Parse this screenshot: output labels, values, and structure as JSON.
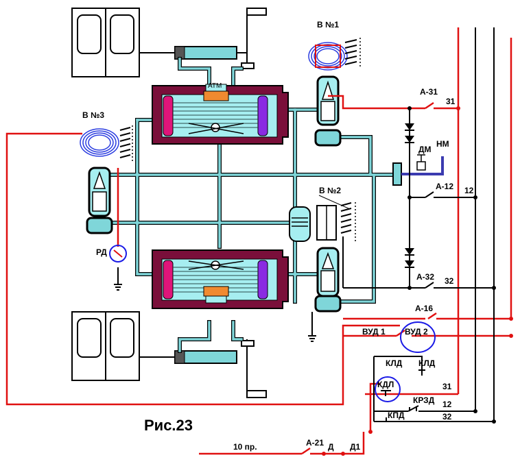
{
  "figure_caption": "Рис.23",
  "labels": {
    "valve_1": "В №1",
    "valve_2": "В №2",
    "valve_3": "В №3",
    "atm": "АТМ",
    "dm": "ДМ",
    "nm": "НМ",
    "rd": "РД",
    "a31": "А-31",
    "a12": "А-12",
    "a32": "А-32",
    "a16": "А-16",
    "a21": "А-21",
    "vud1": "ВУД 1",
    "vud2": "ВУД 2",
    "kld_left": "КЛД",
    "kld_right": "КЛД",
    "kdl": "КДЛ",
    "krzd": "КРЗД",
    "kpd": "КПД",
    "d": "Д",
    "d1": "Д1",
    "wire_10": "10 пр.",
    "n31_top": "31",
    "n12_top": "12",
    "n32_top": "32",
    "n31_bottom": "31",
    "n12_bottom": "12",
    "n32_bottom": "32"
  },
  "colors": {
    "air_line": "#7fd6d9",
    "air_fill": "#a6eef0",
    "cylinder_body": "#7a0f3a",
    "electric_line": "#e01010",
    "control_line": "#000000",
    "coil": "#2b3de0",
    "piston_left": "#e0157a",
    "piston_right": "#8a2be2",
    "atm_cap": "#f08a30",
    "marker": "#1a1ae6"
  }
}
